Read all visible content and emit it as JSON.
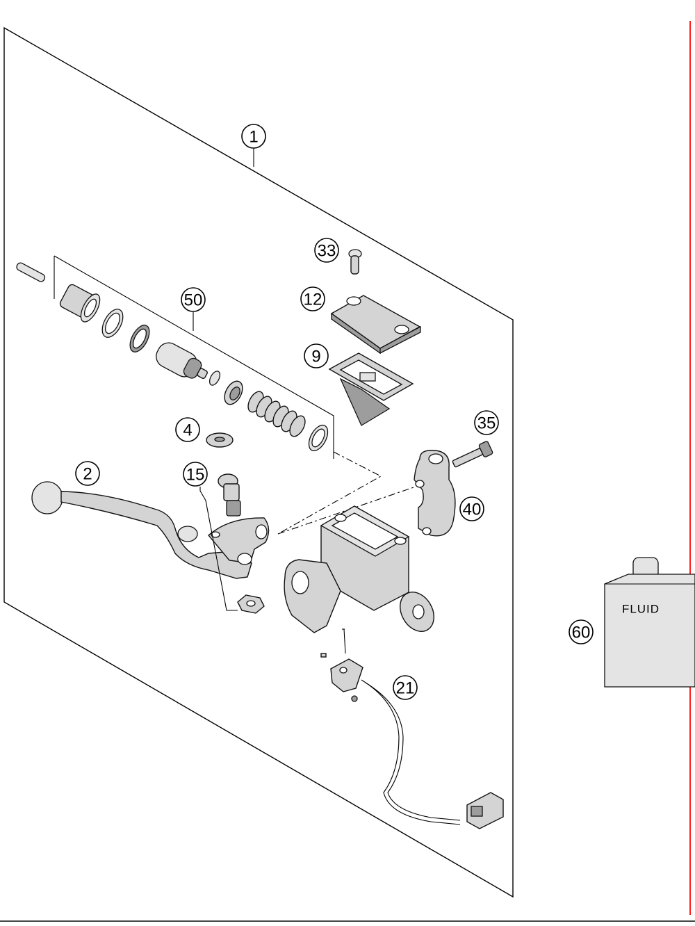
{
  "callouts": {
    "c1": "1",
    "c2": "2",
    "c4": "4",
    "c9": "9",
    "c12": "12",
    "c15": "15",
    "c21": "21",
    "c33": "33",
    "c35": "35",
    "c40": "40",
    "c50": "50",
    "c60": "60"
  },
  "fluid_bottle": {
    "label": "FLUID"
  },
  "colors": {
    "line": "#000000",
    "part_fill": "#d4d4d4",
    "part_shadow": "#9d9d9d",
    "frame_accent": "#ff2020"
  }
}
